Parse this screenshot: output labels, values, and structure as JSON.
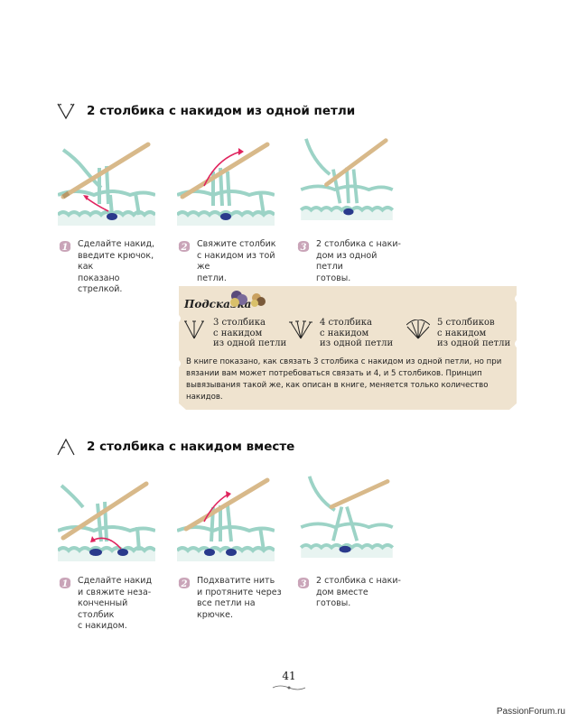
{
  "section1": {
    "title": "2 столбика с накидом из одной петли",
    "steps": [
      {
        "num": "1",
        "text": "Сделайте накид,\nвведите крючок, как\nпоказано стрелкой."
      },
      {
        "num": "2",
        "text": "Свяжите столбик\nс накидом из той же\nпетли."
      },
      {
        "num": "3",
        "text": "2 столбика с наки-\nдом из одной петли\nготовы."
      }
    ]
  },
  "tip": {
    "title": "Подсказка",
    "items": [
      {
        "text": "3 столбика\nс накидом\nиз одной петли"
      },
      {
        "text": "4 столбика\nс накидом\nиз одной петли"
      },
      {
        "text": "5 столбиков\nс накидом\nиз одной петли"
      }
    ],
    "note": "В книге показано, как связать 3 столбика с накидом из одной петли, но при вязании вам может потребоваться связать и 4, и 5 столбиков. Принцип вывязывания такой же, как описан в книге, меняется только количество накидов."
  },
  "section2": {
    "title": "2 столбика с накидом вместе",
    "steps": [
      {
        "num": "1",
        "text": "Сделайте накид\nи свяжите неза-\nконченный столбик\nс накидом."
      },
      {
        "num": "2",
        "text": "Подхватите нить\nи протяните через\nвсе петли на крючке."
      },
      {
        "num": "3",
        "text": "2 столбика с наки-\nдом вместе готовы."
      }
    ]
  },
  "page_number": "41",
  "watermark": "PassionForum.ru",
  "colors": {
    "yarn": "#9cd3c6",
    "yarn_dark": "#5fa899",
    "hook": "#d8b98a",
    "arrow": "#e0245e",
    "hole": "#2a3a8c",
    "tip_bg": "#efe3cf",
    "badge": "#c9a4b8"
  }
}
